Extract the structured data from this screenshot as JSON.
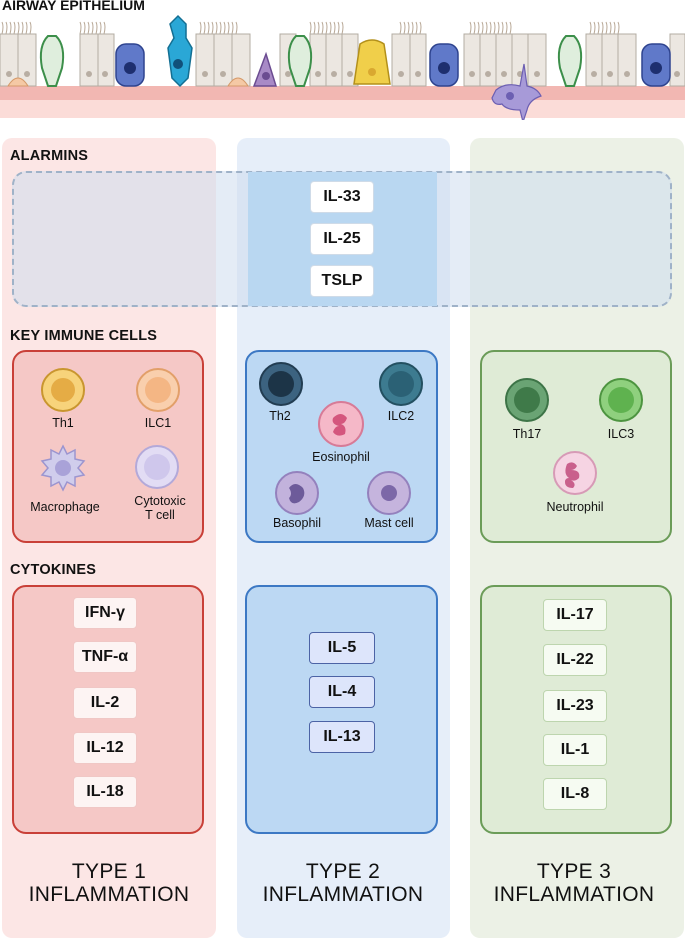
{
  "header": {
    "title": "AIRWAY EPITHELIUM"
  },
  "sections": {
    "alarmins": "ALARMINS",
    "key_immune_cells": "KEY IMMUNE CELLS",
    "cytokines": "CYTOKINES"
  },
  "alarmins": [
    "IL-33",
    "IL-25",
    "TSLP"
  ],
  "type1": {
    "title_line1": "TYPE 1",
    "title_line2": "INFLAMMATION",
    "cells": [
      "Th1",
      "ILC1",
      "Macrophage",
      "Cytotoxic",
      "T cell"
    ],
    "cytokines": [
      "IFN-γ",
      "TNF-α",
      "IL-2",
      "IL-12",
      "IL-18"
    ]
  },
  "type2": {
    "title_line1": "TYPE 2",
    "title_line2": "INFLAMMATION",
    "cells": [
      "Th2",
      "ILC2",
      "Eosinophil",
      "Basophil",
      "Mast cell"
    ],
    "cytokines": [
      "IL-5",
      "IL-4",
      "IL-13"
    ]
  },
  "type3": {
    "title_line1": "TYPE 3",
    "title_line2": "INFLAMMATION",
    "cells": [
      "Th17",
      "ILC3",
      "Neutrophil"
    ],
    "cytokines": [
      "IL-17",
      "IL-22",
      "IL-23",
      "IL-1",
      "IL-8"
    ]
  },
  "colors": {
    "type1_border": "#c94038",
    "type2_border": "#3c78c4",
    "type3_border": "#6b9c58"
  }
}
